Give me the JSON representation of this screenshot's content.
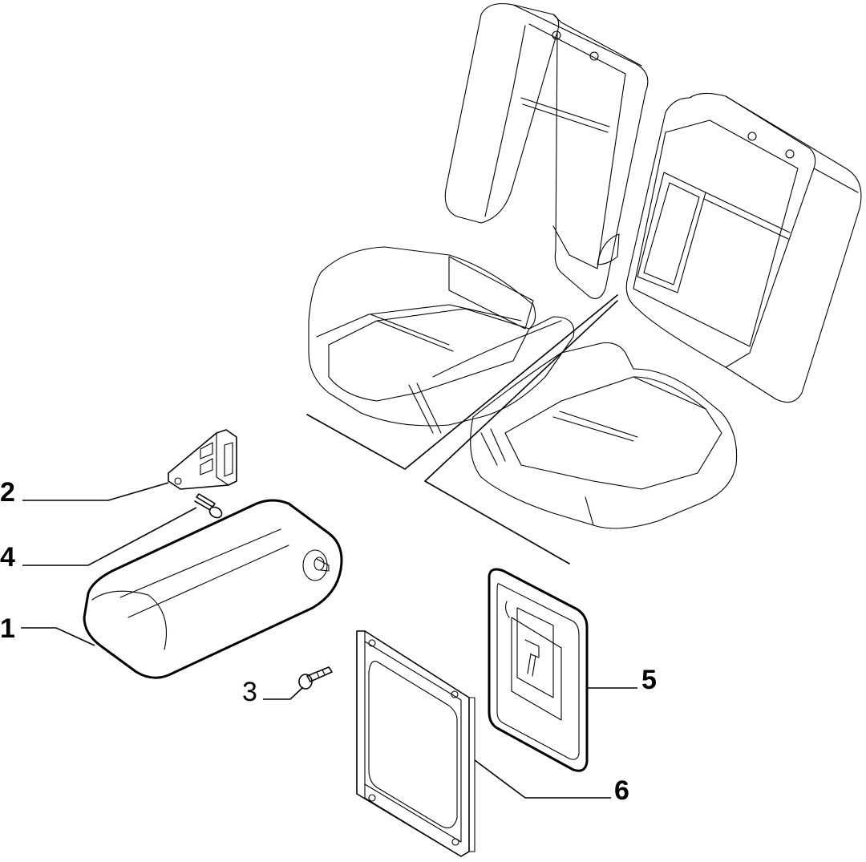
{
  "callouts": [
    {
      "id": "1",
      "label": "1",
      "bold": true
    },
    {
      "id": "2",
      "label": "2",
      "bold": true
    },
    {
      "id": "3",
      "label": "3",
      "bold": false
    },
    {
      "id": "4",
      "label": "4",
      "bold": true
    },
    {
      "id": "5",
      "label": "5",
      "bold": true
    },
    {
      "id": "6",
      "label": "6",
      "bold": true
    }
  ]
}
